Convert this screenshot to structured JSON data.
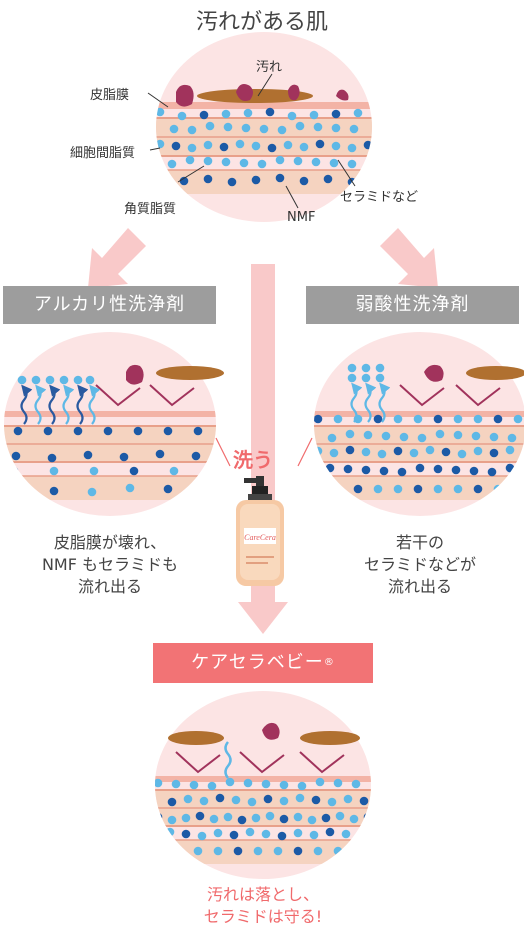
{
  "title": "汚れがある肌",
  "top_labels": {
    "sebum": "皮脂膜",
    "dirt": "汚れ",
    "intercellular": "細胞間脂質",
    "keratin": "角質脂質",
    "nmf": "NMF",
    "ceramide": "セラミドなど"
  },
  "left_panel": {
    "header": "アルカリ性洗浄剤",
    "result_lines": [
      "皮脂膜が壊れ、",
      "NMF もセラミドも",
      "流れ出る"
    ]
  },
  "right_panel": {
    "header": "弱酸性洗浄剤",
    "result_lines": [
      "若干の",
      "セラミドなどが",
      "流れ出る"
    ]
  },
  "center": {
    "wash_label": "洗う",
    "bottle_brand": "CareCera"
  },
  "bottom_panel": {
    "header": "ケアセラベビー",
    "registered_mark": "®",
    "result_lines": [
      "汚れは落とし、",
      "セラミドは守る!"
    ]
  },
  "colors": {
    "skin_bg": "#fce4e4",
    "layer_peach": "#f5cdb8",
    "layer_line": "#e8a08a",
    "dirt_purple": "#a1335c",
    "sebum_brown": "#a06a2c",
    "nmf_blue": "#1c5aa6",
    "ceramide_blue": "#5eb8e6",
    "arrow_pink": "#f9c9c9",
    "accent_red": "#f06a6c",
    "header_gray": "#9d9d9d"
  }
}
